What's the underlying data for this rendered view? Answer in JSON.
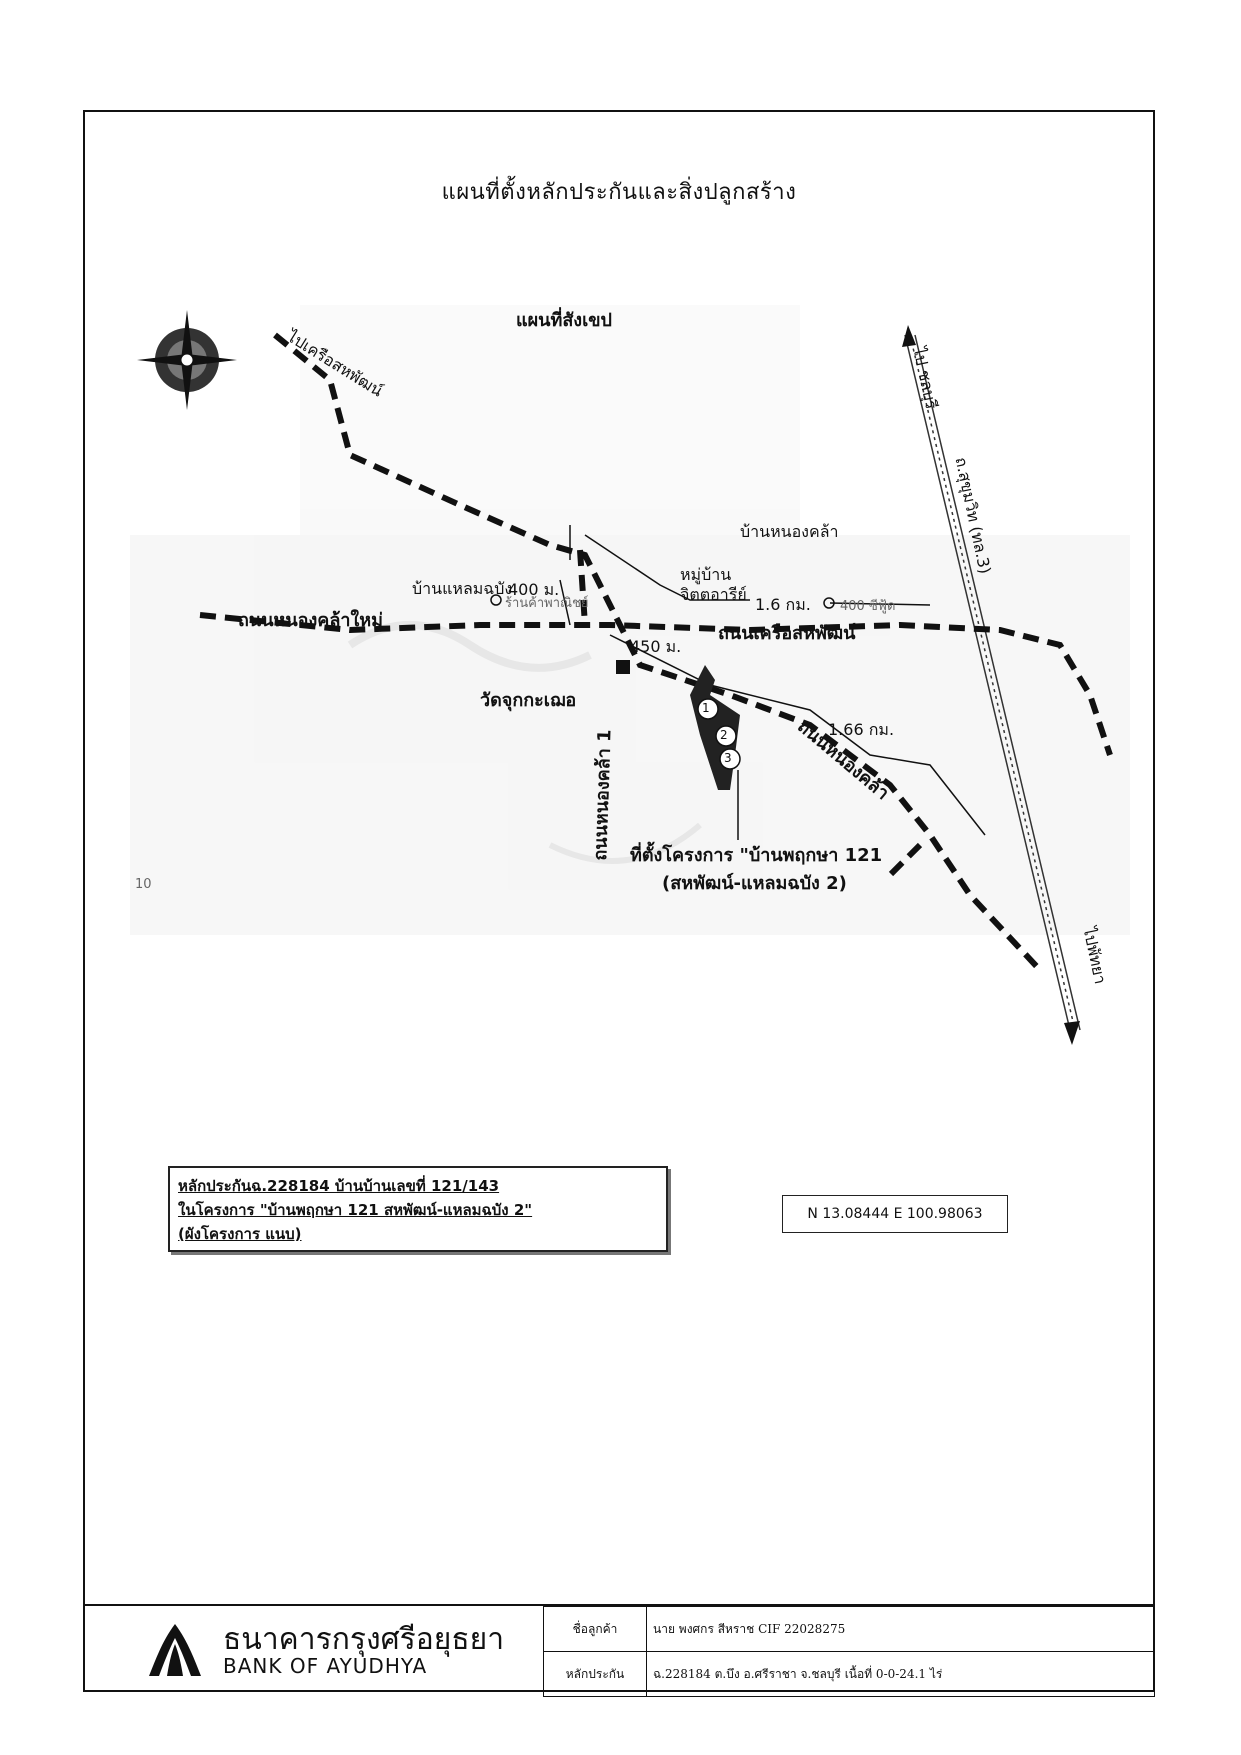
{
  "title": "แผนที่ตั้งหลักประกันและสิ่งปลูกสร้าง",
  "map": {
    "subtitle": "แผนที่สังเขป",
    "labels": {
      "to_khruea_sahaphat": "ไปเครือสหพัฒน์",
      "to_chonburi": "ไป ชลบุรี",
      "sukhumvit": "ถ.สุขุมวิท (ทล.3)",
      "to_pattaya": "ไปพัทยา",
      "village_nong_khla": "บ้านหนองคล้า",
      "village_laem_chabang": "บ้านแหลมฉบัง",
      "moo_ban": "หมู่บ้าน\nจิตตอารีย์",
      "road_nong_khla_mai": "ถนนหนองคล้าใหม่",
      "road_khruea_sahaphat": "ถนนเครือสหพัฒน์",
      "road_nong_khla": "ถนนหนองคล้า",
      "road_nong_khla_1": "ถนนหนองคล้า 1",
      "temple": "วัดจุกกะเฌอ",
      "shop_left": "ร้านค้าพาณิชย์",
      "shop_right": "400 ซีฟู้ด",
      "dist_400": "400 ม.",
      "dist_16": "1.6 กม.",
      "dist_450": "450 ม.",
      "dist_166": "1.66 กม.",
      "project_line1": "ที่ตั้งโครงการ \"บ้านพฤกษา 121",
      "project_line2": "(สหพัฒน์-แหลมฉบัง 2)",
      "lot_1": "1",
      "lot_2": "2",
      "lot_3": "3",
      "margin_mark": "10"
    }
  },
  "collateral": {
    "line1": "หลักประกันฉ.228184  บ้านบ้านเลขที่ 121/143",
    "line2": "ในโครงการ \"บ้านพฤกษา 121 สหพัฒน์-แหลมฉบัง 2\"",
    "line3": "(ผังโครงการ แนบ)"
  },
  "coordinates": "N 13.08444 E 100.98063",
  "footer": {
    "bank_th": "ธนาคารกรุงศรีอยุธยา",
    "bank_en": "BANK OF AYUDHYA",
    "customer_label": "ชื่อลูกค้า",
    "customer_value": "นาย พงศกร สีหราช CIF 22028275",
    "collateral_label": "หลักประกัน",
    "collateral_value": "ฉ.228184 ต.บึง อ.ศรีราชา จ.ชลบุรี เนื้อที่  0-0-24.1 ไร่"
  }
}
